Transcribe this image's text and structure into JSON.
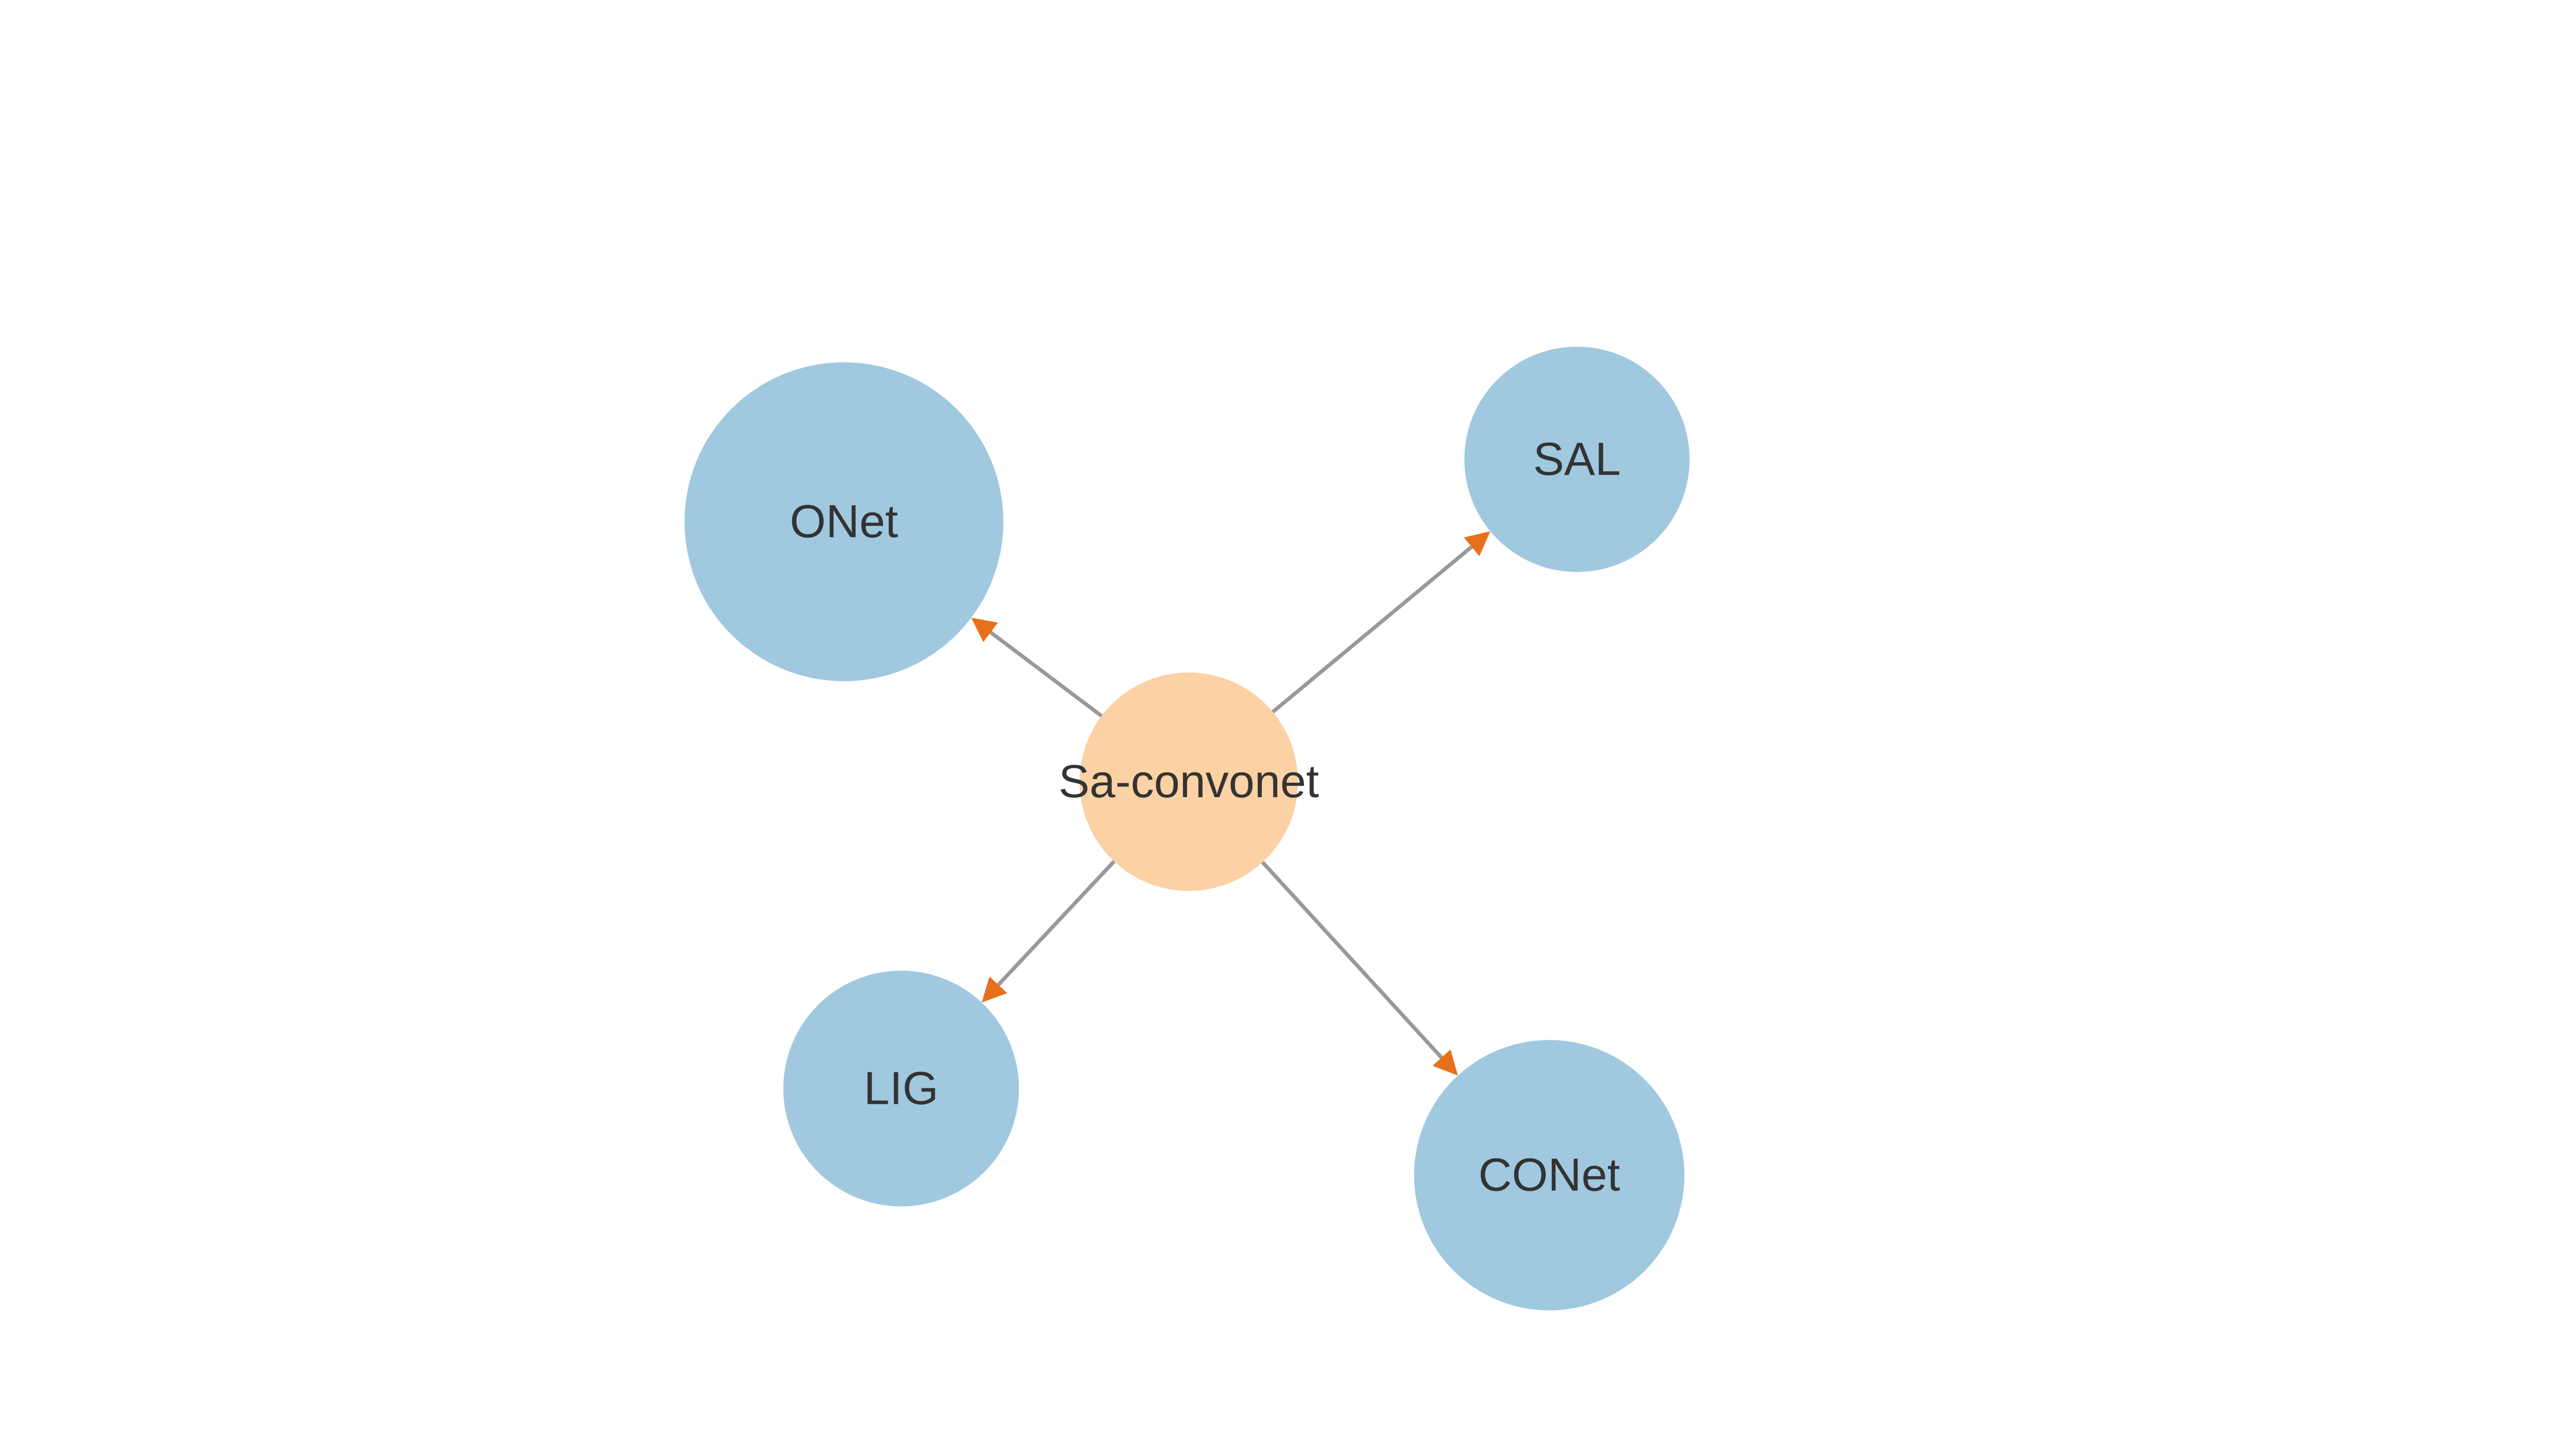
{
  "colors": {
    "center_node": "#fcd1a3",
    "leaf_node": "#a0c9e0",
    "edge": "#999999",
    "arrow": "#e8701a",
    "label": "#333333"
  },
  "nodes": [
    {
      "id": "center",
      "label": "Sa-convonet",
      "role": "center"
    },
    {
      "id": "onet",
      "label": "ONet",
      "role": "leaf"
    },
    {
      "id": "sal",
      "label": "SAL",
      "role": "leaf"
    },
    {
      "id": "lig",
      "label": "LIG",
      "role": "leaf"
    },
    {
      "id": "conet",
      "label": "CONet",
      "role": "leaf"
    }
  ],
  "edges": [
    {
      "from": "center",
      "to": "onet"
    },
    {
      "from": "center",
      "to": "sal"
    },
    {
      "from": "center",
      "to": "lig"
    },
    {
      "from": "center",
      "to": "conet"
    }
  ]
}
